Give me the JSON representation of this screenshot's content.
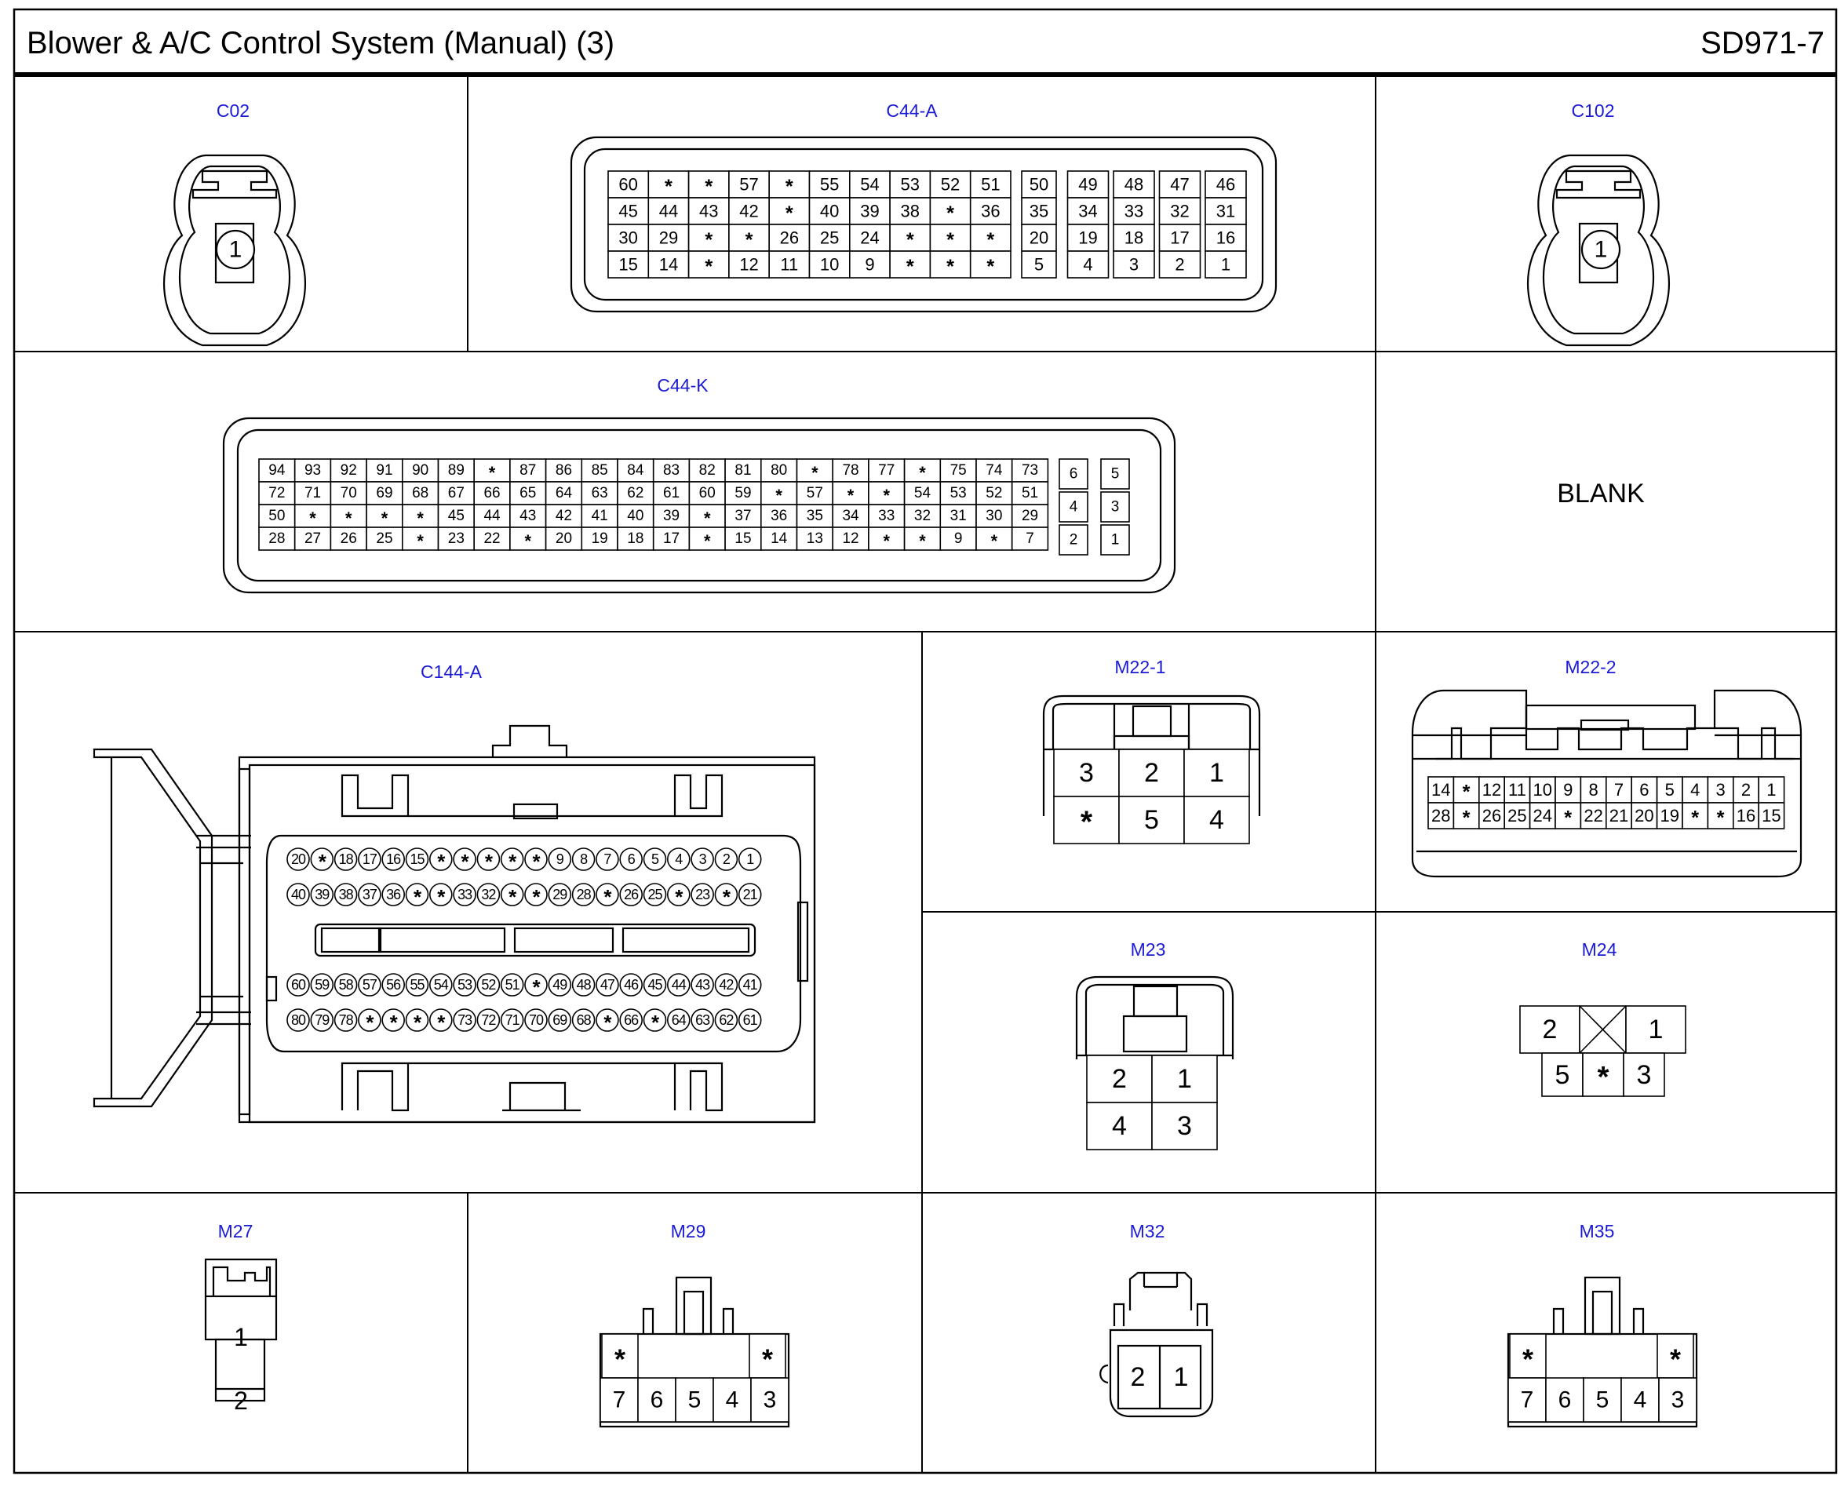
{
  "header": {
    "title": "Blower & A/C Control System (Manual) (3)",
    "code": "SD971-7"
  },
  "connectors": {
    "C02": {
      "label": "C02",
      "pins": [
        "1"
      ]
    },
    "C44A": {
      "label": "C44-A",
      "grid": [
        [
          "60",
          "*",
          "*",
          "57",
          "*",
          "55",
          "54",
          "53",
          "52",
          "51"
        ],
        [
          "45",
          "44",
          "43",
          "42",
          "*",
          "40",
          "39",
          "38",
          "*",
          "36"
        ],
        [
          "30",
          "29",
          "*",
          "*",
          "26",
          "25",
          "24",
          "*",
          "*",
          "*"
        ],
        [
          "15",
          "14",
          "*",
          "12",
          "11",
          "10",
          "9",
          "*",
          "*",
          "*"
        ]
      ],
      "grid2": [
        [
          "50",
          "49",
          "48",
          "47",
          "46"
        ],
        [
          "35",
          "34",
          "33",
          "32",
          "31"
        ],
        [
          "20",
          "19",
          "18",
          "17",
          "16"
        ],
        [
          "5",
          "4",
          "3",
          "2",
          "1"
        ]
      ]
    },
    "C102": {
      "label": "C102",
      "pins": [
        "1"
      ]
    },
    "C44K": {
      "label": "C44-K",
      "grid": [
        [
          "94",
          "93",
          "92",
          "91",
          "90",
          "89",
          "*",
          "87",
          "86",
          "85",
          "84",
          "83",
          "82",
          "81",
          "80",
          "*",
          "78",
          "77",
          "*",
          "75",
          "74",
          "73"
        ],
        [
          "72",
          "71",
          "70",
          "69",
          "68",
          "67",
          "66",
          "65",
          "64",
          "63",
          "62",
          "61",
          "60",
          "59",
          "*",
          "57",
          "*",
          "*",
          "54",
          "53",
          "52",
          "51"
        ],
        [
          "50",
          "*",
          "*",
          "*",
          "*",
          "45",
          "44",
          "43",
          "42",
          "41",
          "40",
          "39",
          "*",
          "37",
          "36",
          "35",
          "34",
          "33",
          "32",
          "31",
          "30",
          "29"
        ],
        [
          "28",
          "27",
          "26",
          "25",
          "*",
          "23",
          "22",
          "*",
          "20",
          "19",
          "18",
          "17",
          "*",
          "15",
          "14",
          "13",
          "12",
          "*",
          "*",
          "9",
          "*",
          "7"
        ]
      ],
      "grid2": [
        [
          "6",
          "5"
        ],
        [
          "4",
          "3"
        ],
        [
          "2",
          "1"
        ]
      ]
    },
    "blank": {
      "text": "BLANK"
    },
    "C144A": {
      "label": "C144-A",
      "rows": [
        [
          "20",
          "*",
          "18",
          "17",
          "16",
          "15",
          "*",
          "*",
          "*",
          "*",
          "*",
          "9",
          "8",
          "7",
          "6",
          "5",
          "4",
          "3",
          "2",
          "1"
        ],
        [
          "40",
          "39",
          "38",
          "37",
          "36",
          "*",
          "*",
          "33",
          "32",
          "*",
          "*",
          "29",
          "28",
          "*",
          "26",
          "25",
          "*",
          "23",
          "*",
          "21"
        ],
        [
          "60",
          "59",
          "58",
          "57",
          "56",
          "55",
          "54",
          "53",
          "52",
          "51",
          "*",
          "49",
          "48",
          "47",
          "46",
          "45",
          "44",
          "43",
          "42",
          "41"
        ],
        [
          "80",
          "79",
          "78",
          "*",
          "*",
          "*",
          "*",
          "73",
          "72",
          "71",
          "70",
          "69",
          "68",
          "*",
          "66",
          "*",
          "64",
          "63",
          "62",
          "61"
        ]
      ]
    },
    "M22_1": {
      "label": "M22-1",
      "grid": [
        [
          "3",
          "2",
          "1"
        ],
        [
          "*",
          "5",
          "4"
        ]
      ]
    },
    "M22_2": {
      "label": "M22-2",
      "grid": [
        [
          "14",
          "*",
          "12",
          "11",
          "10",
          "9",
          "8",
          "7",
          "6",
          "5",
          "4",
          "3",
          "2",
          "1"
        ],
        [
          "28",
          "*",
          "26",
          "25",
          "24",
          "*",
          "22",
          "21",
          "20",
          "19",
          "*",
          "*",
          "16",
          "15"
        ]
      ]
    },
    "M23": {
      "label": "M23",
      "grid": [
        [
          "2",
          "1"
        ],
        [
          "4",
          "3"
        ]
      ]
    },
    "M24": {
      "label": "M24",
      "top": [
        "2",
        "1"
      ],
      "bottom": [
        "5",
        "*",
        "3"
      ]
    },
    "M27": {
      "label": "M27",
      "pins": [
        "1",
        "2"
      ]
    },
    "M29": {
      "label": "M29",
      "top": [
        "*",
        "*"
      ],
      "bottom": [
        "7",
        "6",
        "5",
        "4",
        "3"
      ]
    },
    "M32": {
      "label": "M32",
      "pins": [
        "2",
        "1"
      ]
    },
    "M35": {
      "label": "M35",
      "top": [
        "*",
        "*"
      ],
      "bottom": [
        "7",
        "6",
        "5",
        "4",
        "3"
      ]
    }
  }
}
